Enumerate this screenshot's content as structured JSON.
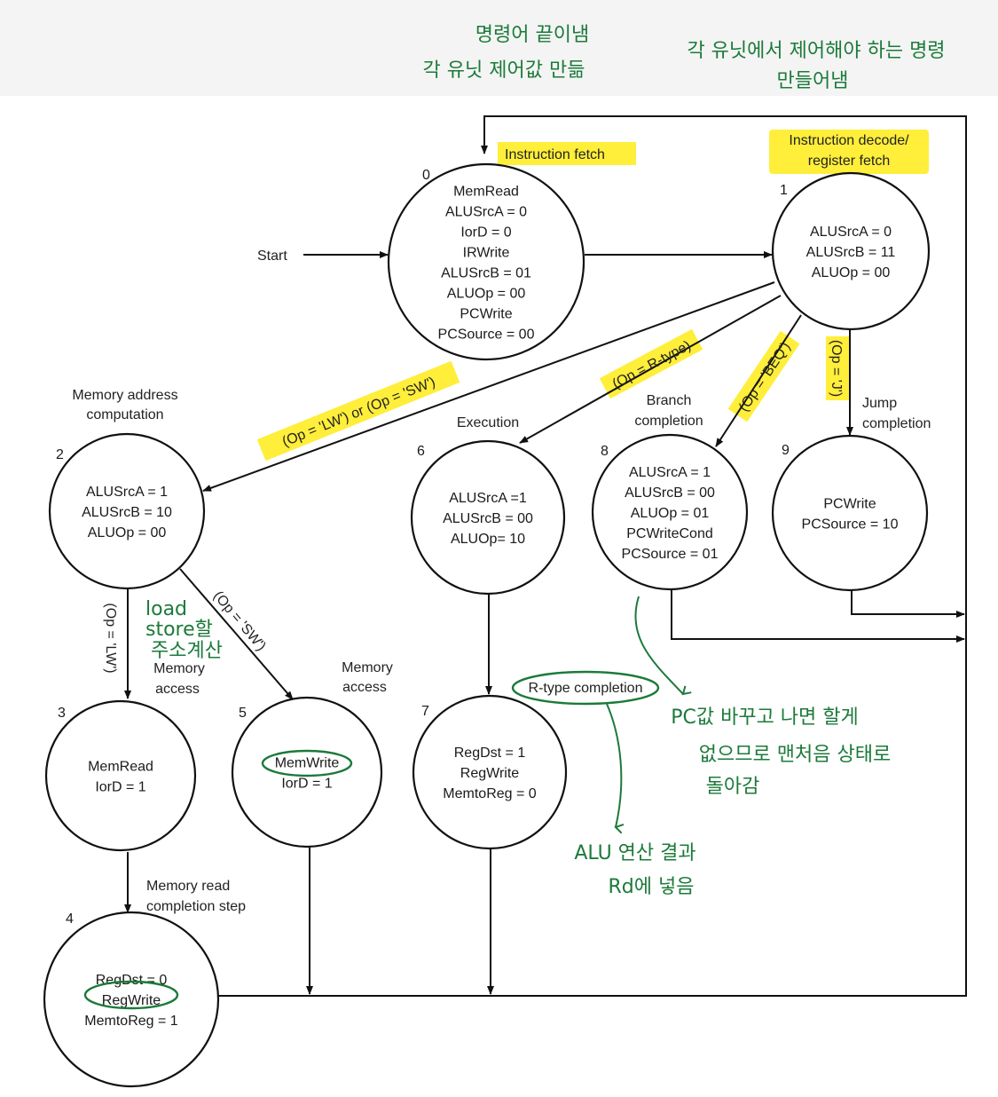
{
  "annotations": {
    "top_center": [
      "명령어 끝이냄",
      "각 유닛 제어값 만듦"
    ],
    "top_right": [
      "각 유닛에서 제어해야 하는 명령",
      "만들어냄"
    ],
    "load_store": [
      "load",
      "store할",
      "주소계산"
    ],
    "pc_note": [
      "PC값 바꾸고 나면 할게",
      "없으므로 맨처음 상태로",
      "돌아감"
    ],
    "alu_note": [
      "ALU 연산 결과",
      "Rd에 넣음"
    ]
  },
  "labels": {
    "start": "Start",
    "instruction_fetch": "Instruction fetch",
    "decode": [
      "Instruction decode/",
      "register fetch"
    ],
    "mem_addr": [
      "Memory address",
      "computation"
    ],
    "execution": "Execution",
    "branch": [
      "Branch",
      "completion"
    ],
    "jump": [
      "Jump",
      "completion"
    ],
    "mem_access_3": [
      "Memory",
      "access"
    ],
    "mem_access_5": [
      "Memory",
      "access"
    ],
    "rtype_completion": "R-type completion",
    "mem_read_completion": [
      "Memory read",
      "completion step"
    ]
  },
  "edges": {
    "lw_sw": "(Op = 'LW') or (Op = 'SW')",
    "rtype": "(Op = R-type)",
    "beq": "(Op = 'BEQ')",
    "j": "(Op = 'J')",
    "lw": "(Op = 'LW')",
    "sw": "(Op = 'SW')"
  },
  "states": [
    {
      "id": "0",
      "lines": [
        "MemRead",
        "ALUSrcA = 0",
        "IorD = 0",
        "IRWrite",
        "ALUSrcB = 01",
        "ALUOp = 00",
        "PCWrite",
        "PCSource = 00"
      ]
    },
    {
      "id": "1",
      "lines": [
        "ALUSrcA = 0",
        "ALUSrcB = 11",
        "ALUOp = 00"
      ]
    },
    {
      "id": "2",
      "lines": [
        "ALUSrcA = 1",
        "ALUSrcB = 10",
        "ALUOp = 00"
      ]
    },
    {
      "id": "6",
      "lines": [
        "ALUSrcA =1",
        "ALUSrcB = 00",
        "ALUOp= 10"
      ]
    },
    {
      "id": "8",
      "lines": [
        "ALUSrcA = 1",
        "ALUSrcB = 00",
        "ALUOp = 01",
        "PCWriteCond",
        "PCSource = 01"
      ]
    },
    {
      "id": "9",
      "lines": [
        "PCWrite",
        "PCSource = 10"
      ]
    },
    {
      "id": "3",
      "lines": [
        "MemRead",
        "IorD = 1"
      ]
    },
    {
      "id": "5",
      "lines": [
        "MemWrite",
        "IorD = 1"
      ]
    },
    {
      "id": "7",
      "lines": [
        "RegDst = 1",
        "RegWrite",
        "MemtoReg = 0"
      ]
    },
    {
      "id": "4",
      "lines": [
        "RegDst = 0",
        "RegWrite",
        "MemtoReg = 1"
      ]
    }
  ],
  "colors": {
    "highlight": "#ffee3a",
    "annotation": "#1c7a3a",
    "line": "#111111"
  }
}
